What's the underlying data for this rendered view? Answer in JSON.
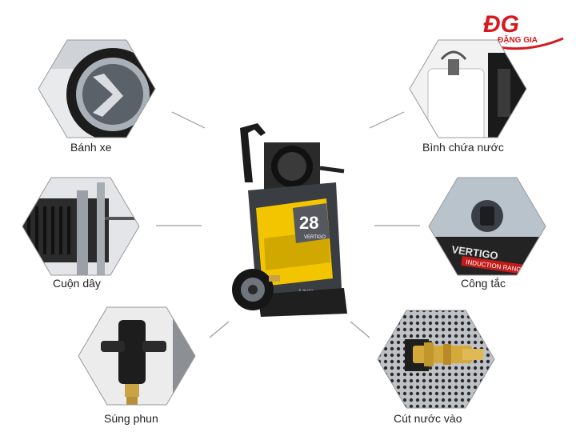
{
  "brand": {
    "logo_letters": "ĐG",
    "logo_name": "ĐẶNG GIA",
    "accent": "#d7181f"
  },
  "machine": {
    "model_number": "28",
    "model_name": "VERTIGO",
    "maker": "Lavor"
  },
  "parts": [
    {
      "key": "wheel",
      "label": "Bánh xe"
    },
    {
      "key": "tank",
      "label": "Bình chứa nước"
    },
    {
      "key": "reel",
      "label": "Cuộn dây"
    },
    {
      "key": "switch",
      "label": "Công tắc",
      "panel_text": "VERTIGO",
      "panel_subtext": "INDUCTION RANGE"
    },
    {
      "key": "gun",
      "label": "Súng phun"
    },
    {
      "key": "inlet",
      "label": "Cút nước vào"
    }
  ],
  "colors": {
    "machine_yellow": "#f2c500",
    "machine_dark": "#2a2a2a",
    "machine_grey": "#8a8f96",
    "line": "#9a9a9a"
  }
}
